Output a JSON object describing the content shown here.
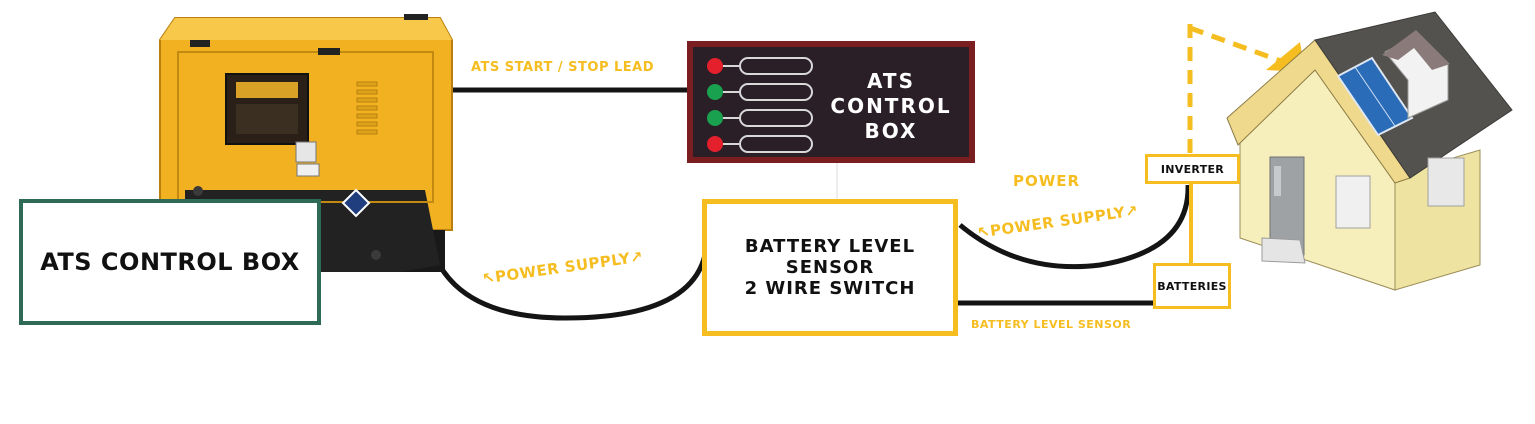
{
  "boxes": {
    "legend": "ATS CONTROL BOX",
    "ats_control": "ATS\nCONTROL\nBOX",
    "battery_sensor": "BATTERY LEVEL\nSENSOR\n2 WIRE SWITCH",
    "inverter": "INVERTER",
    "batteries": "BATTERIES"
  },
  "labels": {
    "start_stop_lead": "ATS START / STOP LEAD",
    "power": "POWER",
    "battery_level_sensor": "BATTERY LEVEL SENSOR",
    "power_supply_left": "↖POWER SUPPLY↗",
    "power_supply_right": "↖POWER SUPPLY↗"
  },
  "ats_leds": [
    "#e4202c",
    "#1aa150",
    "#1aa150",
    "#e4202c"
  ],
  "colors": {
    "cable": "#141414",
    "accent_yellow": "#f5bd1f",
    "generator_body": "#f2b121",
    "ats_border": "#7a1e22",
    "ats_fill": "#2a1e27",
    "legend_border": "#2e6a55",
    "house_wall": "#f7efbb",
    "roof": "#54524f"
  },
  "icons": {
    "generator": "diesel-generator-illustration",
    "house": "house-with-solar-panels-illustration"
  }
}
